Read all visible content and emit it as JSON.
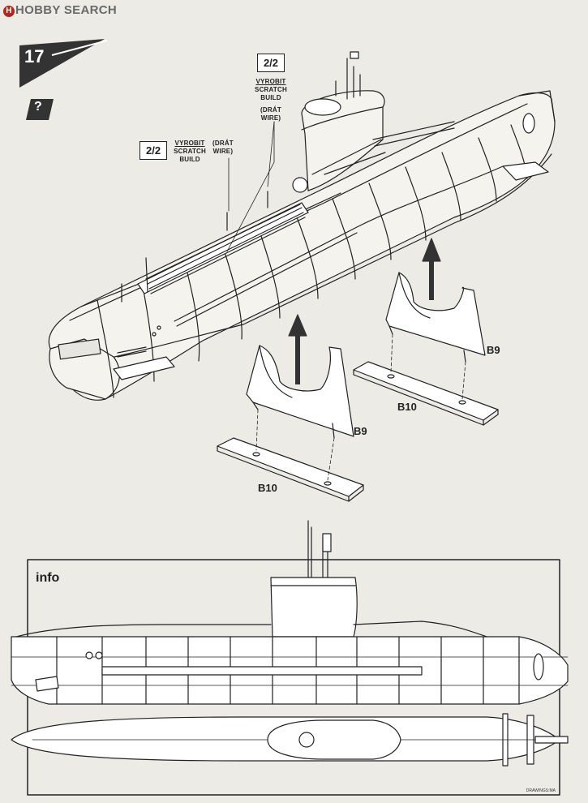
{
  "watermark": {
    "text": "HOBBY SEARCH"
  },
  "step": {
    "number": "17",
    "question": "?"
  },
  "scratch_labels": [
    {
      "part": "2/2",
      "line1": "VYROBIT",
      "line2": "SCRATCH",
      "line3": "BUILD",
      "note1": "(DRÁT",
      "note2": "WIRE)"
    },
    {
      "part": "2/2",
      "line1": "VYROBIT",
      "line2": "SCRATCH",
      "line3": "BUILD",
      "note1": "(DRÁT",
      "note2": "WIRE)"
    }
  ],
  "parts": {
    "stand": "B9",
    "base": "B10"
  },
  "info": {
    "label": "info",
    "credit": "DRAWINGS:MA"
  },
  "colors": {
    "paper": "#ecebe6",
    "ink": "#222222",
    "badge": "#333333"
  }
}
